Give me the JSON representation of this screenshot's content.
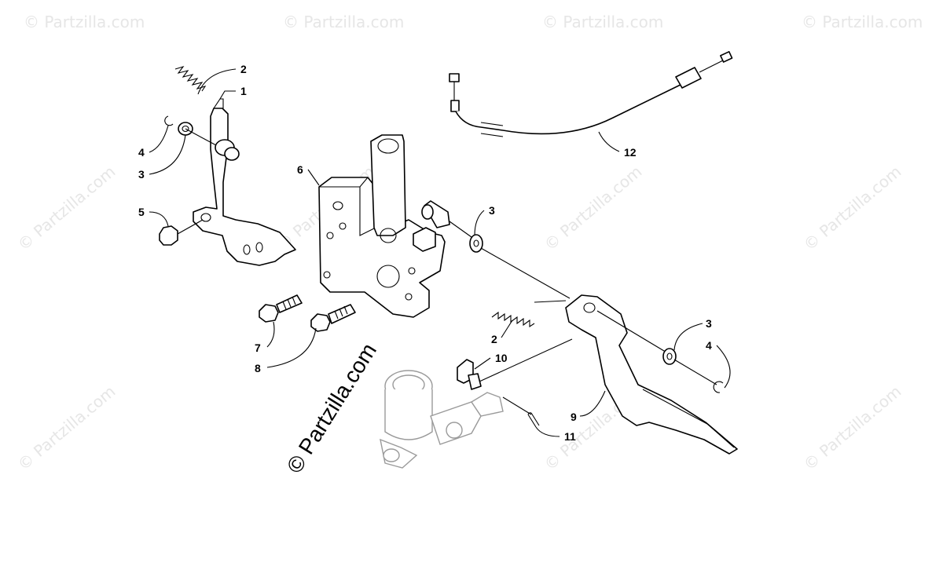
{
  "watermark": {
    "text": "© Partzilla.com"
  },
  "brand": {
    "text": "© Partzilla.com"
  },
  "callouts": [
    "1",
    "2",
    "3",
    "4",
    "5",
    "6",
    "7",
    "8",
    "9",
    "10",
    "11",
    "12",
    "2",
    "3",
    "3",
    "4"
  ]
}
